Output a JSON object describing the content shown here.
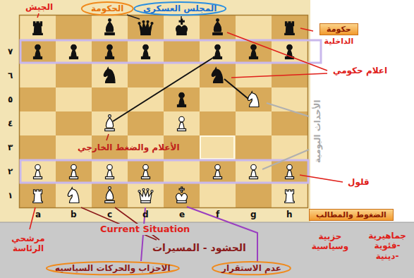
{
  "diagram": {
    "nodes": [
      {
        "text": [
          "الحكومة"
        ]
      },
      {
        "text": [
          "المجلس العسكري"
        ]
      },
      {
        "text": [
          "حكومة",
          "الداخلية"
        ]
      },
      {
        "text": [
          "الضغوط والمطالب"
        ]
      },
      {
        "text": [
          "الاحزاب والحركات السياسيه"
        ]
      },
      {
        "text": [
          "عدم الاستقرار"
        ]
      }
    ],
    "labels": [
      "الجيش",
      "اعلام حكومي",
      "الأحداث اليومية",
      "الأعلام والضغط الخارجي",
      "قلول",
      "مرشحي الرئاسة",
      "Current Situation",
      "الحشود - المسيرات",
      "حزبية وسياسية",
      "جماهيرية -فئوية -دينية",
      "٧",
      "٦",
      "٥",
      "٤",
      "٣",
      "٢",
      "١",
      "a",
      "b",
      "c",
      "d",
      "e",
      "f",
      "g",
      "h"
    ]
  }
}
